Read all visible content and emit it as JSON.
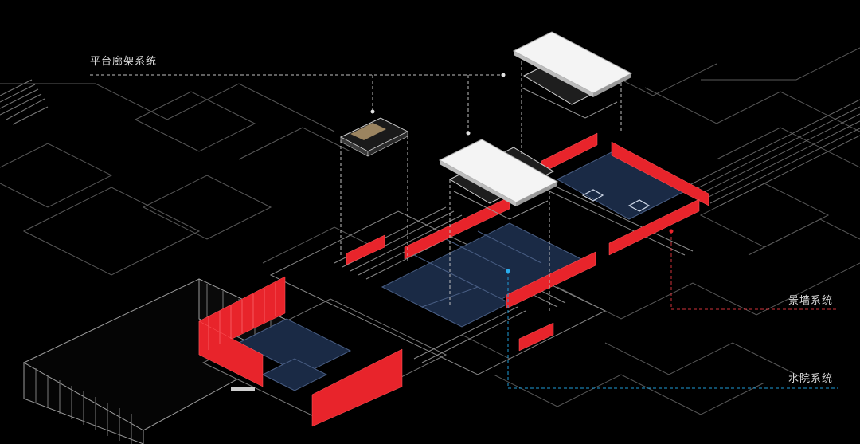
{
  "labels": {
    "platform": "平台廊架系统",
    "wall": "景墙系统",
    "water": "水院系统"
  },
  "colors": {
    "background": "#000000",
    "wall_red": "#e8242b",
    "water_blue": "#1a2a45",
    "leader_white": "#bfbfbf",
    "leader_red": "#d0323a",
    "leader_blue": "#1e9bd7"
  }
}
